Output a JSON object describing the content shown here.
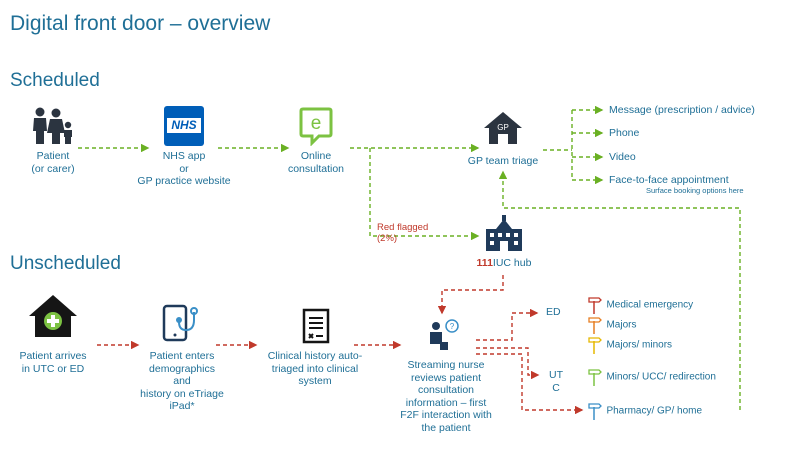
{
  "title": "Digital front door – overview",
  "sections": {
    "scheduled": "Scheduled",
    "unscheduled": "Unscheduled"
  },
  "scheduled": {
    "patient": {
      "line1": "Patient",
      "line2": "(or carer)"
    },
    "nhs_app": {
      "line1": "NHS app",
      "line2": "or",
      "line3": "GP practice website"
    },
    "nhs_logo_text": "NHS",
    "online": {
      "line1": "Online",
      "line2": "consultation"
    },
    "triage": "GP team triage",
    "gp_badge": "GP",
    "red_flag": {
      "line1": "Red flagged",
      "line2": "(2%)"
    },
    "hub": {
      "prefix": "111",
      "rest": "IUC hub"
    },
    "options": [
      "Message (prescription / advice)",
      "Phone",
      "Video",
      "Face-to-face appointment"
    ],
    "surface_note": "Surface booking options here"
  },
  "unscheduled": {
    "arrives": {
      "line1": "Patient arrives",
      "line2": "in UTC or ED"
    },
    "enters": {
      "line1": "Patient enters",
      "line2": "demographics and",
      "line3": "history on eTriage",
      "line4": "iPad*"
    },
    "clinical": {
      "line1": "Clinical history auto-",
      "line2": "triaged into clinical",
      "line3": "system"
    },
    "streaming": {
      "line1": "Streaming nurse",
      "line2": "reviews patient",
      "line3": "consultation",
      "line4": "information – first",
      "line5": "F2F interaction with",
      "line6": "the patient"
    },
    "ed": "ED",
    "utc_1": "UT",
    "utc_2": "C",
    "destinations": [
      {
        "label": "Medical emergency",
        "color": "#c0392b"
      },
      {
        "label": "Majors",
        "color": "#e67e22"
      },
      {
        "label": "Majors/ minors",
        "color": "#e6b800"
      },
      {
        "label": "Minors/ UCC/ redirection",
        "color": "#7cc242"
      },
      {
        "label": "Pharmacy/ GP/ home",
        "color": "#3a8fc7"
      }
    ]
  },
  "colors": {
    "green_dashed": "#6ab023",
    "red_dashed": "#c0392b",
    "primary": "#1f6f96",
    "nhs_blue": "#005eb8"
  }
}
